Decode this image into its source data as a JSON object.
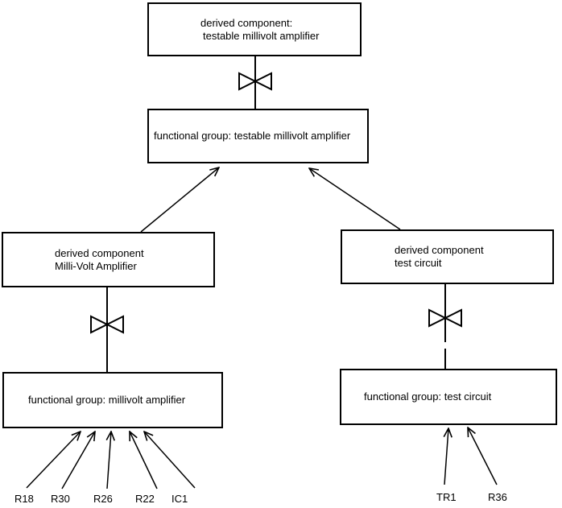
{
  "nodes": {
    "top_derived": {
      "line1": "derived component:",
      "line2": "testable millivolt amplifier"
    },
    "top_functional": {
      "label": "functional group: testable millivolt amplifier"
    },
    "mva_derived": {
      "line1": "derived component",
      "line2": "Milli-Volt Amplifier"
    },
    "test_derived": {
      "line1": "derived component",
      "line2": "test circuit"
    },
    "mva_functional": {
      "label": "functional group: millivolt amplifier"
    },
    "test_functional": {
      "label": "functional group: test circuit"
    }
  },
  "components": {
    "mva": [
      "R18",
      "R30",
      "R26",
      "R22",
      "IC1"
    ],
    "test": [
      "TR1",
      "R36"
    ]
  },
  "colors": {
    "line": "#000000",
    "background": "#ffffff",
    "text": "#000000"
  }
}
